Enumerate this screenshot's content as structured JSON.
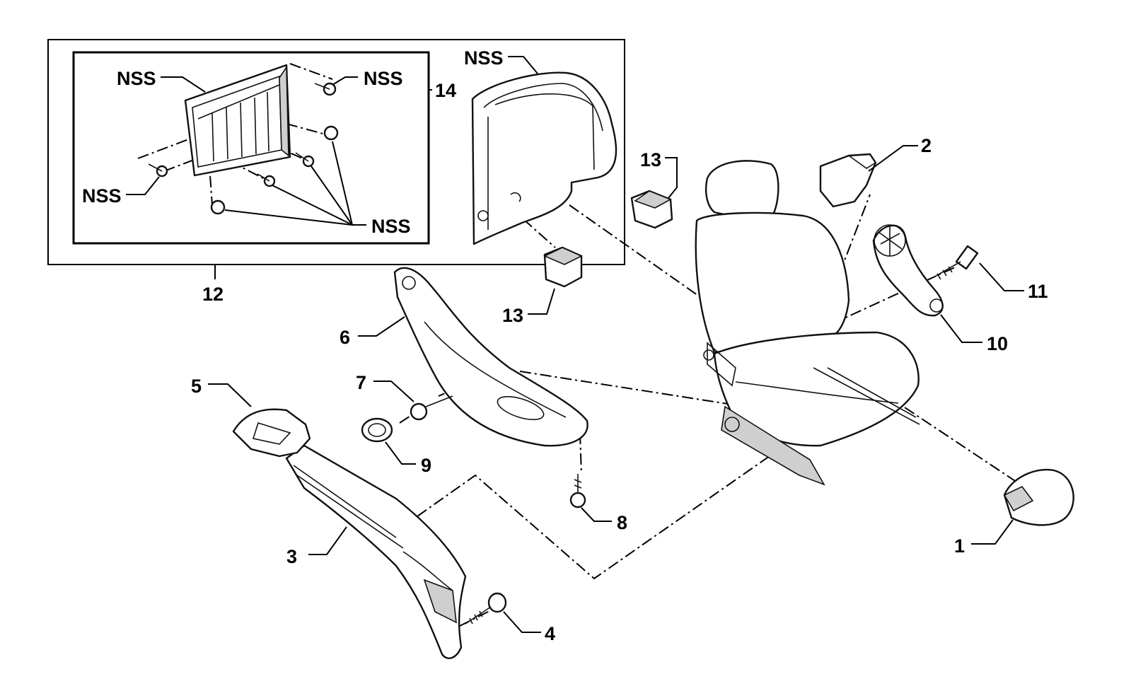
{
  "diagram": {
    "callouts": {
      "c1": "1",
      "c2": "2",
      "c3": "3",
      "c4": "4",
      "c5": "5",
      "c6": "6",
      "c7": "7",
      "c8": "8",
      "c9": "9",
      "c10": "10",
      "c11": "11",
      "c12": "12",
      "c13a": "13",
      "c13b": "13",
      "c14": "14",
      "nss_a": "NSS",
      "nss_b": "NSS",
      "nss_c": "NSS",
      "nss_d": "NSS",
      "nss_e": "NSS"
    }
  }
}
